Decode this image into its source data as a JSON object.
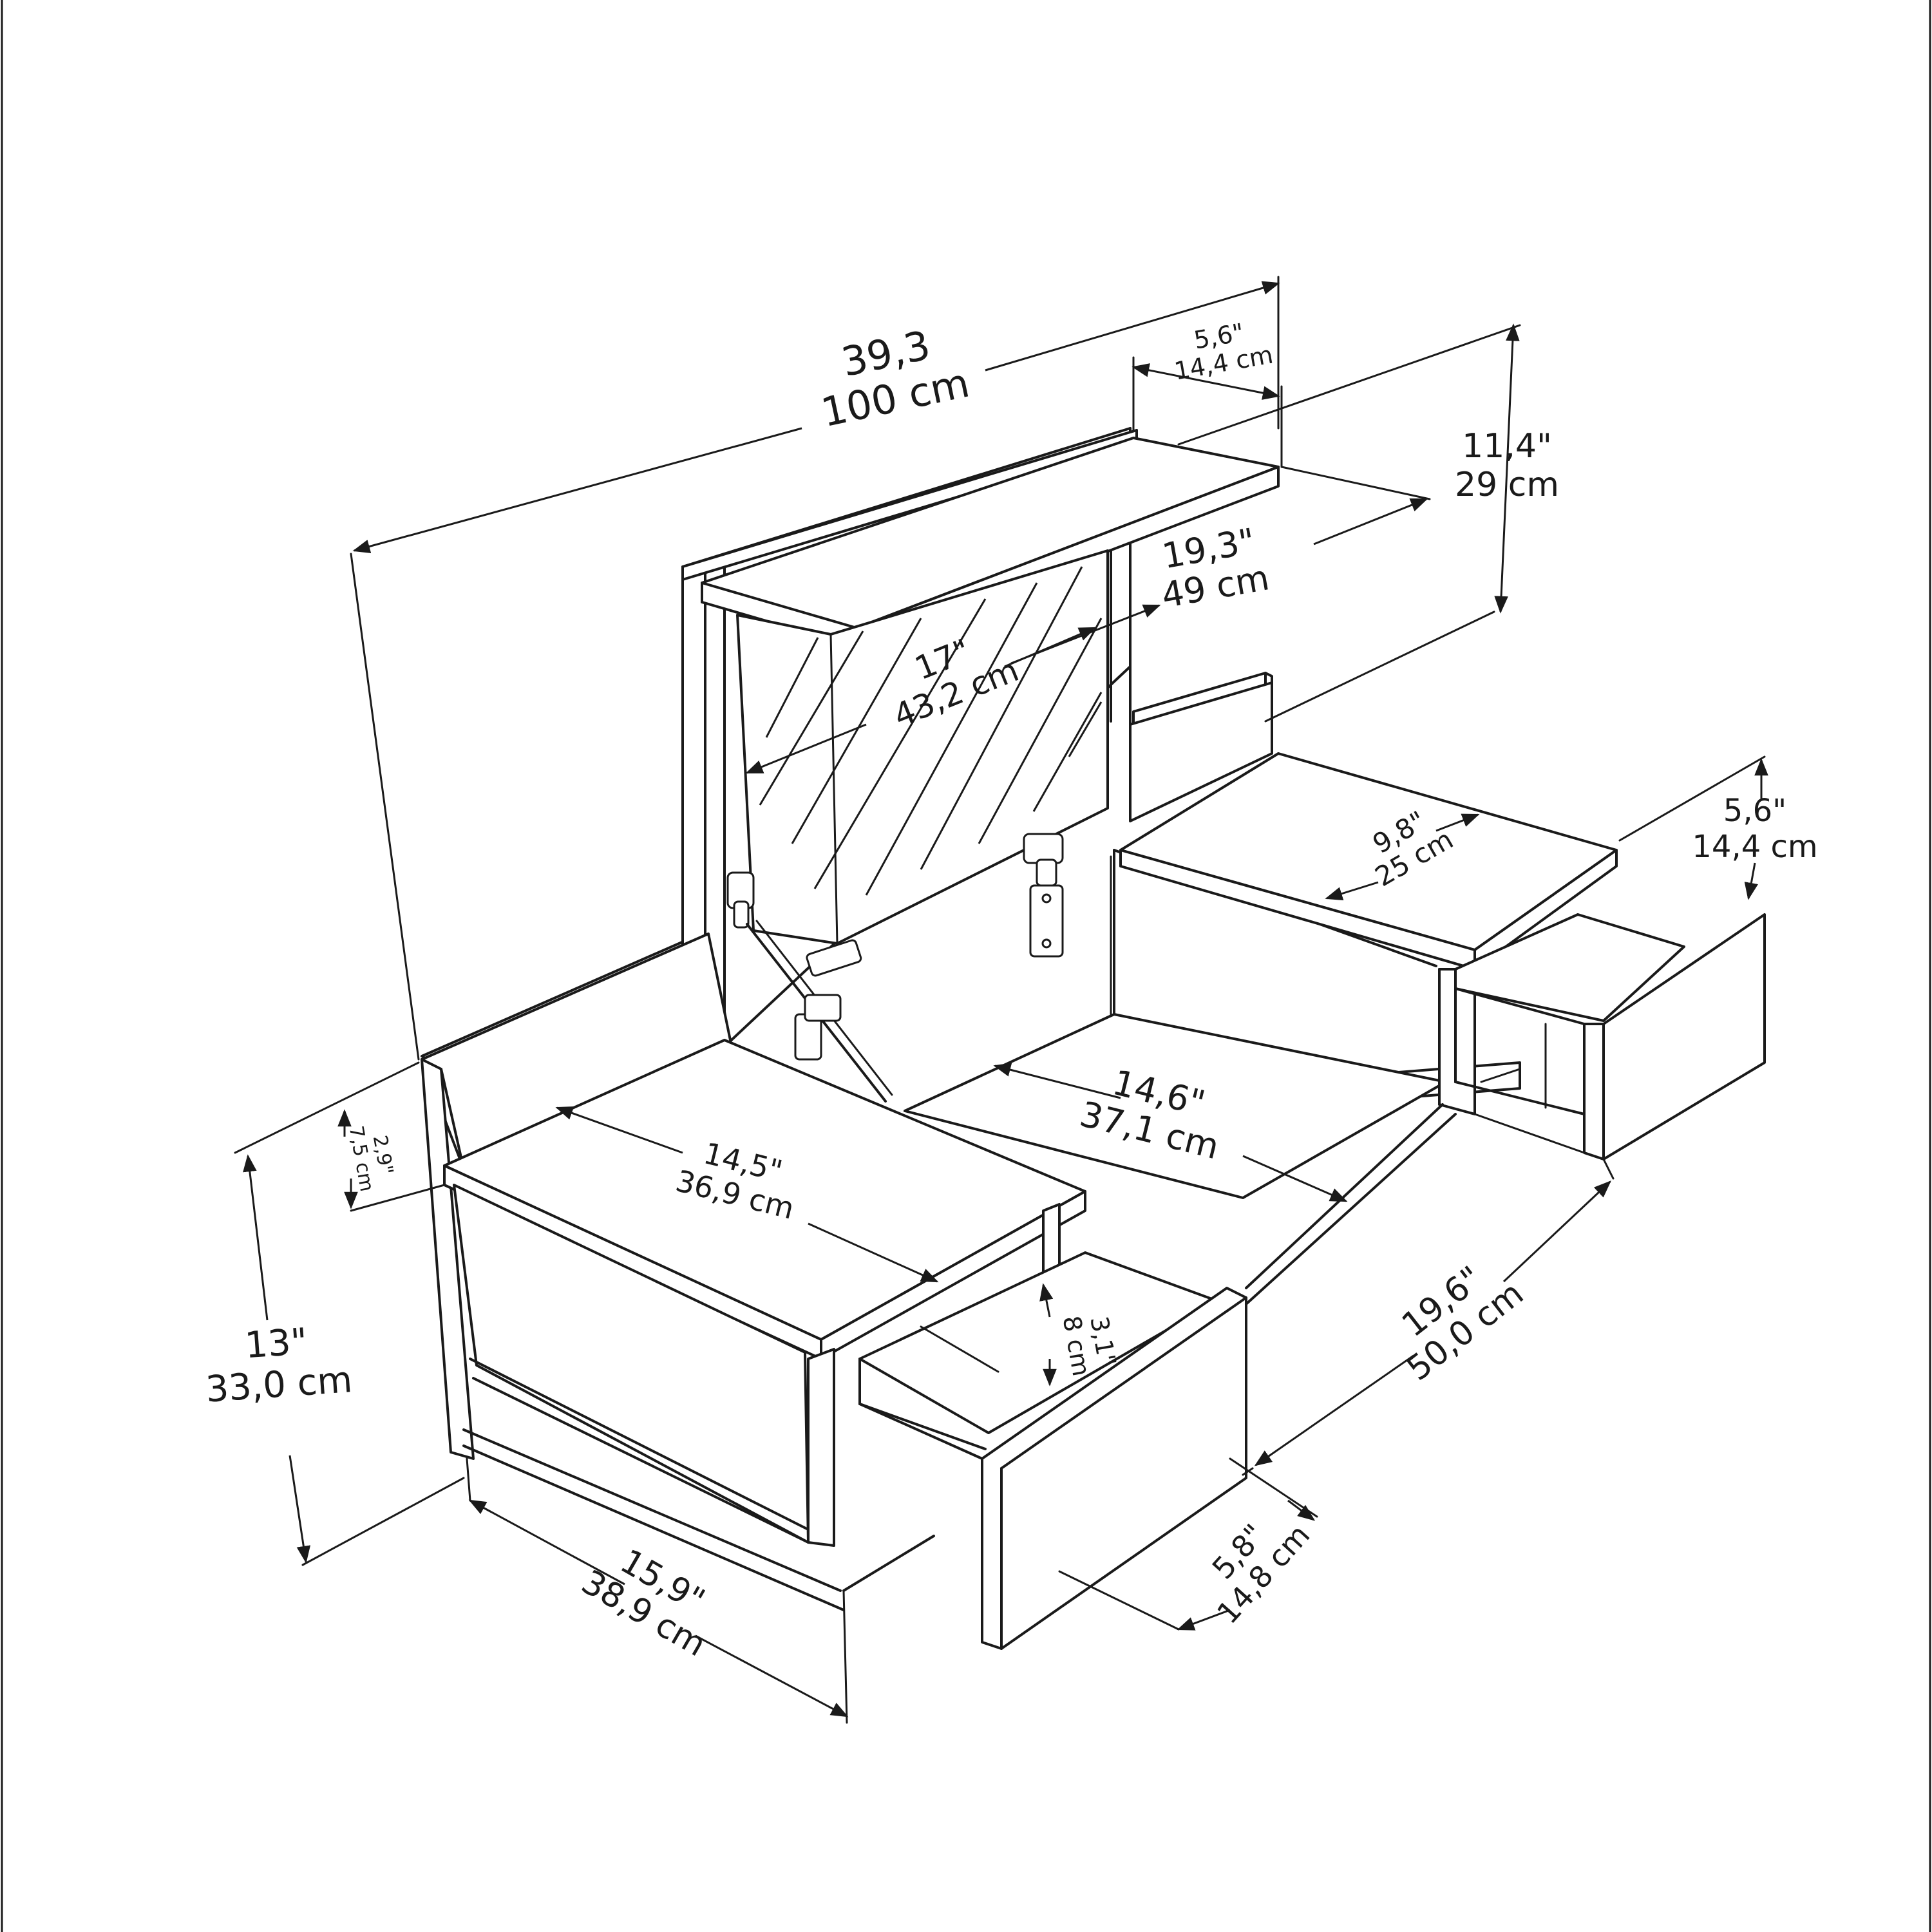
{
  "colors": {
    "line": "#1a1a1a",
    "background": "#ffffff"
  },
  "dimensions": {
    "overall_width": {
      "inch": "39,3",
      "cm": "100 cm"
    },
    "shelf_depth_top": {
      "inch": "5,6\"",
      "cm": "14,4 cm"
    },
    "headboard_height": {
      "inch": "11,4\"",
      "cm": "29 cm"
    },
    "shelf_length": {
      "inch": "19,3\"",
      "cm": "49 cm"
    },
    "mirror_width": {
      "inch": "17\"",
      "cm": "43,2 cm"
    },
    "right_table_depth": {
      "inch": "9,8\"",
      "cm": "25 cm"
    },
    "right_drawer_height": {
      "inch": "5,6\"",
      "cm": "14,4 cm"
    },
    "center_gap": {
      "inch": "14,6\"",
      "cm": "37,1 cm"
    },
    "left_table_width": {
      "inch": "14,5\"",
      "cm": "36,9 cm"
    },
    "top_thickness": {
      "inch": "2,9\"",
      "cm": "7,5 cm"
    },
    "total_height": {
      "inch": "13\"",
      "cm": "33,0 cm"
    },
    "drawer_inner_height": {
      "inch": "3,1\"",
      "cm": "8 cm"
    },
    "drawer_length": {
      "inch": "19,6\"",
      "cm": "50,0 cm"
    },
    "left_depth": {
      "inch": "15,9\"",
      "cm": "38,9 cm"
    },
    "drawer_front_height": {
      "inch": "5,8\"",
      "cm": "14,8 cm"
    }
  }
}
